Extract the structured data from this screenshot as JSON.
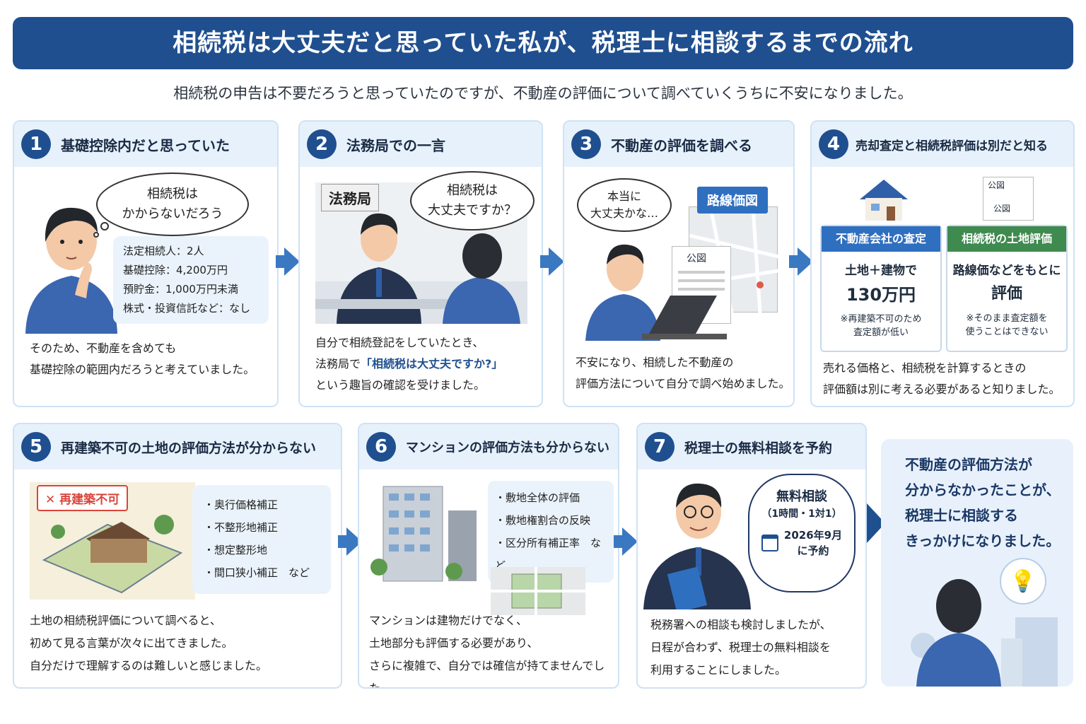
{
  "title": "相続税は大丈夫だと思っていた私が、税理士に相談するまでの流れ",
  "subtitle": "相続税の申告は不要だろうと思っていたのですが、不動産の評価について調べていくうちに不安になりました。",
  "steps": [
    {
      "num": "1",
      "title": "基礎控除内だと思っていた",
      "bubble": [
        "相続税は",
        "かからないだろう"
      ],
      "info": [
        "法定相続人：2人",
        "基礎控除：4,200万円",
        "預貯金：1,000万円未満",
        "株式・投資信託など：なし"
      ],
      "desc": [
        "そのため、不動産を含めても",
        "基礎控除の範囲内だろうと考えていました。"
      ]
    },
    {
      "num": "2",
      "title": "法務局での一言",
      "sign": "法務局",
      "bubble": [
        "相続税は",
        "大丈夫ですか？"
      ],
      "desc1": "自分で相続登記をしていたとき、",
      "desc2_pre": "法務局で",
      "desc2_hl": "「相続税は大丈夫ですか?」",
      "desc3": "という趣旨の確認を受けました。"
    },
    {
      "num": "3",
      "title": "不動産の評価を調べる",
      "bubble": [
        "本当に",
        "大丈夫かな…"
      ],
      "map_label": "路線価図",
      "doc_label": "公図",
      "desc": [
        "不安になり、相続した不動産の",
        "評価方法について自分で調べ始めました。"
      ]
    },
    {
      "num": "4",
      "title": "売却査定と相続税評価は別だと知る",
      "doc_label1": "公図",
      "doc_label2": "公図",
      "left": {
        "label": "不動産会社の査定",
        "line1": "土地＋建物で",
        "big": "130万円",
        "note1": "※再建築不可のため",
        "note2": "査定額が低い",
        "color": "#2f6fc0"
      },
      "right": {
        "label": "相続税の土地評価",
        "line1": "路線価などをもとに",
        "big": "評価",
        "note1": "※そのまま査定額を",
        "note2": "使うことはできない",
        "color": "#3f8a4f"
      },
      "desc": [
        "売れる価格と、相続税を計算するときの",
        "評価額は別に考える必要があると知りました。"
      ]
    },
    {
      "num": "5",
      "title": "再建築不可の土地の評価方法が分からない",
      "badge": "再建築不可",
      "list": [
        "・奥行価格補正",
        "・不整形地補正",
        "・想定整形地",
        "・間口狭小補正　など"
      ],
      "desc": [
        "土地の相続税評価について調べると、",
        "初めて見る言葉が次々に出てきました。",
        "自分だけで理解するのは難しいと感じました。"
      ]
    },
    {
      "num": "6",
      "title": "マンションの評価方法も分からない",
      "list": [
        "・敷地全体の評価",
        "・敷地権割合の反映",
        "・区分所有補正率　など"
      ],
      "desc": [
        "マンションは建物だけでなく、",
        "土地部分も評価する必要があり、",
        "さらに複雑で、自分では確信が持てませんでした。"
      ]
    },
    {
      "num": "7",
      "title": "税理士の無料相談を予約",
      "bubble_title": "無料相談",
      "bubble_sub": "（1時間・1対1）",
      "bubble_date1": "2026年9月",
      "bubble_date2": "に予約",
      "desc": [
        "税務署への相談も検討しましたが、",
        "日程が合わず、税理士の無料相談を",
        "利用することにしました。"
      ]
    }
  ],
  "final": [
    "不動産の評価方法が",
    "分からなかったことが、",
    "税理士に相談する",
    "きっかけになりました。"
  ],
  "colors": {
    "primary": "#1f4f8f",
    "accent": "#3a78c2",
    "light": "#e7f1fb",
    "green": "#3f8a4f",
    "red": "#d9453b"
  }
}
